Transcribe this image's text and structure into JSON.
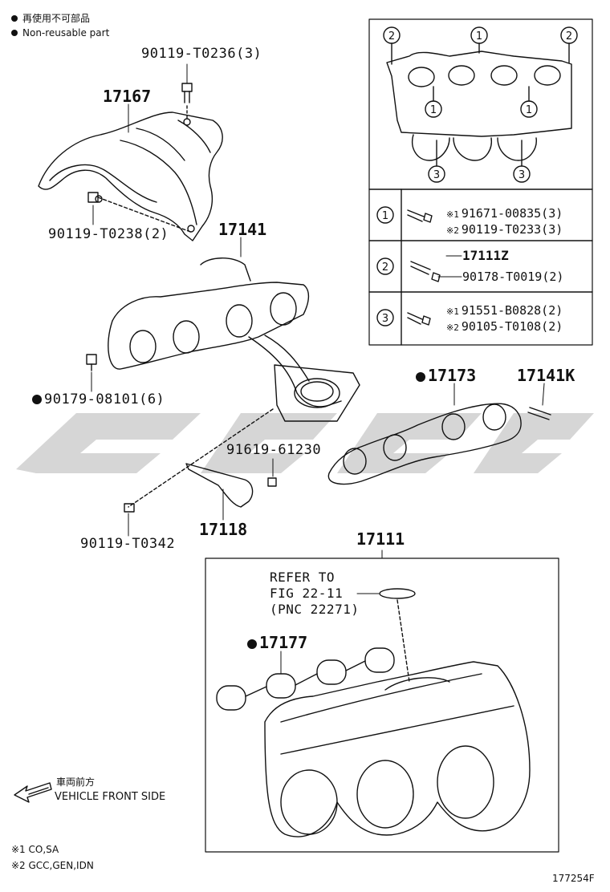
{
  "legend": {
    "line1": "再使用不可部品",
    "line2": "Non-reusable part"
  },
  "parts": {
    "p90119_T0236": "90119-T0236(3)",
    "p17167": "17167",
    "p90119_T0238": "90119-T0238(2)",
    "p17141": "17141",
    "p90179_08101": "90179-08101(6)",
    "p17173": "17173",
    "p17141K": "17141K",
    "p91619_61230": "91619-61230",
    "p17118": "17118",
    "p90119_T0342": "90119-T0342",
    "p17111": "17111",
    "p17177": "17177"
  },
  "refer": {
    "line1": "REFER TO",
    "line2": "FIG 22-11",
    "line3": "(PNC 22271)"
  },
  "callout_table": {
    "rows": [
      {
        "num": "1",
        "items": [
          {
            "mark": "※1",
            "part": "91671-00835(3)"
          },
          {
            "mark": "※2",
            "part": "90119-T0233(3)"
          }
        ]
      },
      {
        "num": "2",
        "items": [
          {
            "mark": "",
            "part": "17111Z"
          },
          {
            "mark": "",
            "part": "90178-T0019(2)"
          }
        ]
      },
      {
        "num": "3",
        "items": [
          {
            "mark": "※1",
            "part": "91551-B0828(2)"
          },
          {
            "mark": "※2",
            "part": "90105-T0108(2)"
          }
        ]
      }
    ],
    "overview_callouts": [
      "2",
      "1",
      "2",
      "1",
      "1",
      "3",
      "3"
    ]
  },
  "direction": {
    "jp": "車両前方",
    "en": "VEHICLE FRONT SIDE"
  },
  "notes": {
    "n1": "※1 CO,SA",
    "n2": "※2 GCC,GEN,IDN"
  },
  "figure_id": "177254F",
  "colors": {
    "line": "#111111",
    "watermark": "#d4d4d4"
  }
}
